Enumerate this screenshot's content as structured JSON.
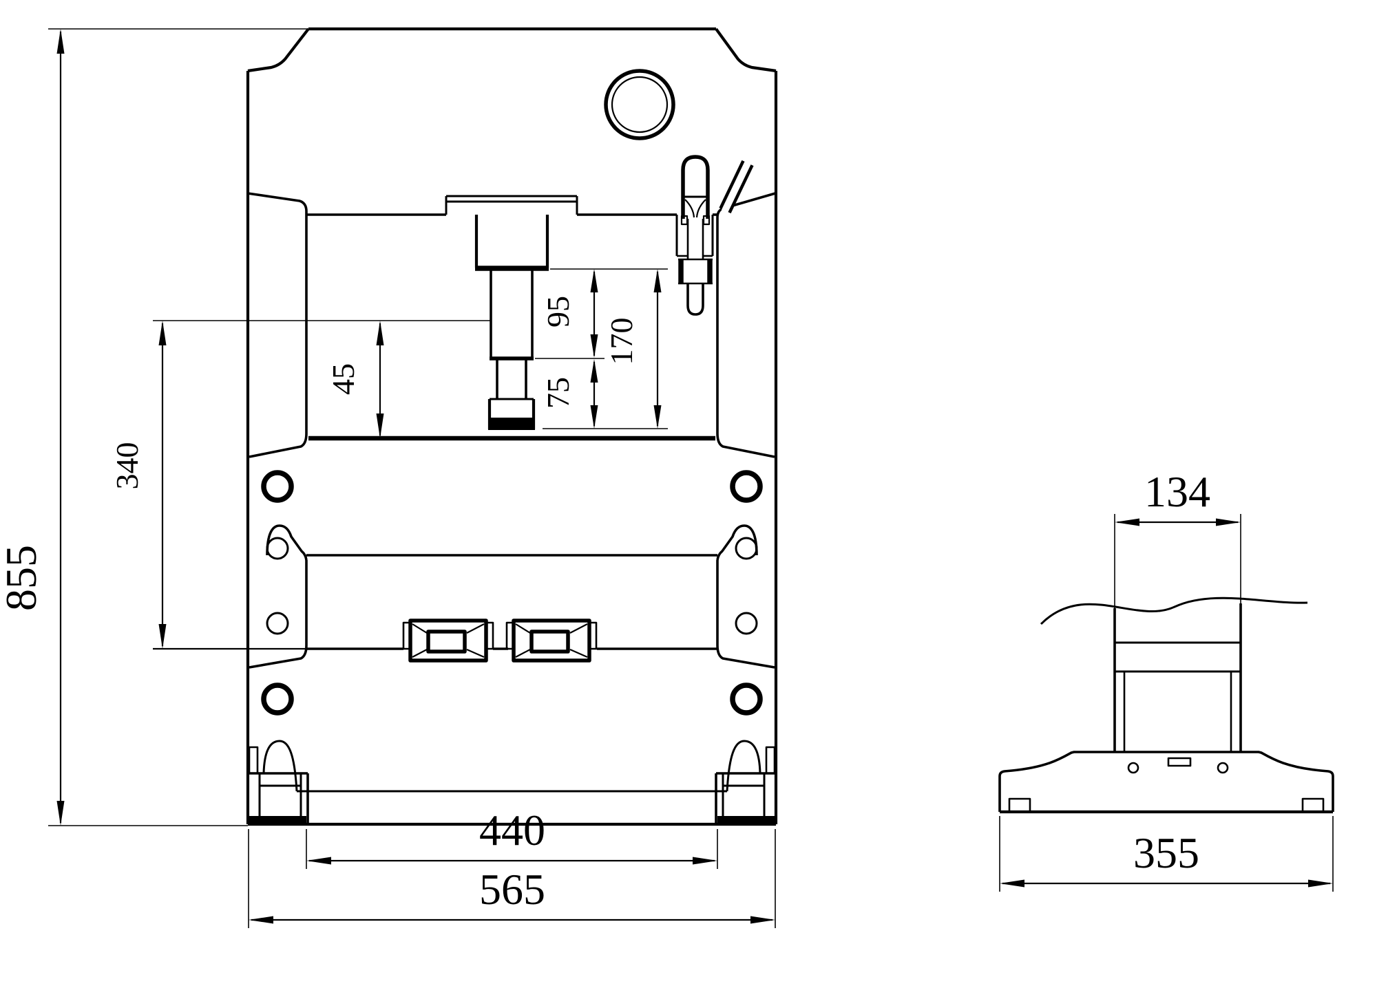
{
  "dims": {
    "overall_height": "855",
    "table_travel": "340",
    "stroke": "45",
    "piston_upper": "95",
    "ram_total": "170",
    "piston_lower": "75",
    "inner_width": "440",
    "overall_width": "565",
    "side_column_width": "134",
    "side_base_depth": "355"
  }
}
